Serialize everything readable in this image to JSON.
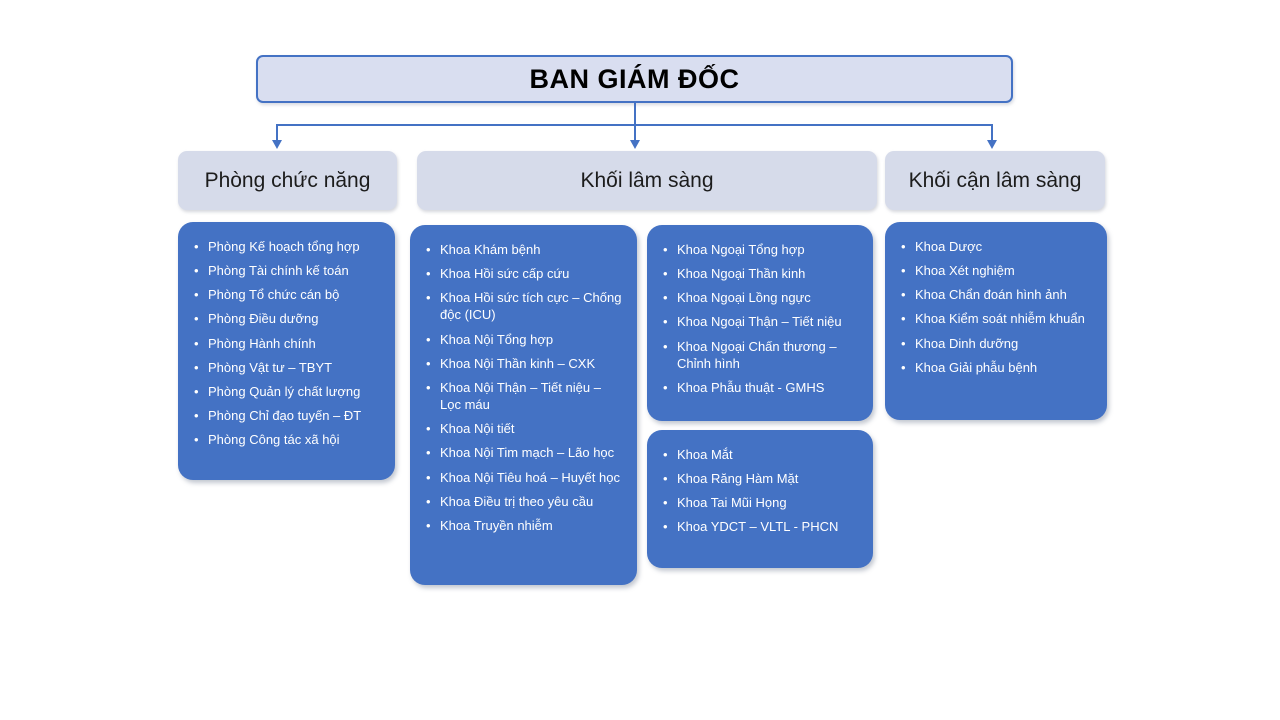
{
  "root": {
    "title": "BAN GIÁM ĐỐC"
  },
  "branches": [
    {
      "header": "Phòng chức năng",
      "boxes": [
        {
          "items": [
            "Phòng Kế hoạch tổng hợp",
            "Phòng Tài chính kế toán",
            "Phòng Tổ chức cán bộ",
            "Phòng Điều dưỡng",
            "Phòng Hành chính",
            "Phòng Vật tư – TBYT",
            "Phòng Quản lý chất lượng",
            "Phòng Chỉ đạo tuyến – ĐT",
            "Phòng Công tác xã hội"
          ]
        }
      ]
    },
    {
      "header": "Khối lâm sàng",
      "boxes": [
        {
          "items": [
            "Khoa Khám bệnh",
            "Khoa Hồi sức cấp cứu",
            "Khoa Hồi sức tích cực – Chống độc (ICU)",
            "Khoa Nội Tổng hợp",
            "Khoa Nội Thần kinh – CXK",
            "Khoa Nội Thận – Tiết niệu – Lọc máu",
            "Khoa Nội tiết",
            "Khoa Nội Tim mạch – Lão học",
            "Khoa Nội Tiêu hoá – Huyết học",
            "Khoa Điều trị theo yêu cầu",
            "Khoa Truyền nhiễm"
          ]
        },
        {
          "items": [
            "Khoa Ngoại Tổng hợp",
            "Khoa Ngoại Thần kinh",
            "Khoa Ngoại Lồng ngực",
            "Khoa Ngoại Thận – Tiết niệu",
            "Khoa Ngoại Chấn thương – Chỉnh hình",
            "Khoa Phẫu thuật - GMHS"
          ]
        },
        {
          "items": [
            "Khoa Mắt",
            "Khoa Răng Hàm Mặt",
            "Khoa Tai Mũi Họng",
            "Khoa YDCT – VLTL - PHCN"
          ]
        }
      ]
    },
    {
      "header": "Khối cận lâm sàng",
      "boxes": [
        {
          "items": [
            "Khoa Dược",
            "Khoa Xét nghiệm",
            "Khoa Chẩn đoán hình ảnh",
            "Khoa Kiểm soát nhiễm khuẩn",
            "Khoa Dinh dưỡng",
            "Khoa Giải phẫu bệnh"
          ]
        }
      ]
    }
  ],
  "style": {
    "accent_blue": "#4472C4",
    "list_box_fill": "#4472C4",
    "header_fill": "#D6DBEA",
    "title_fill": "#D9DEF0",
    "list_text_color": "#FFFFFF",
    "bullet": "•"
  }
}
